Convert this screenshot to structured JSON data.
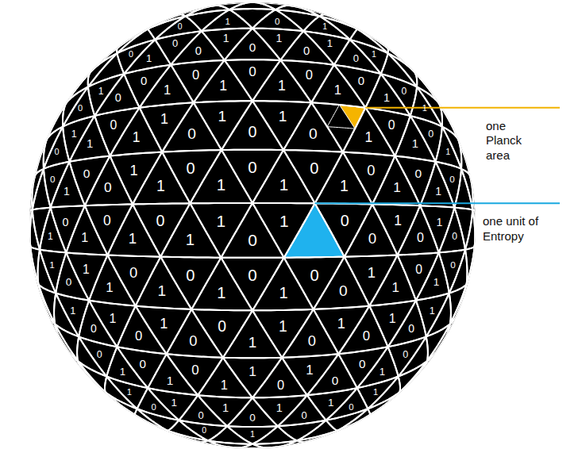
{
  "diagram": {
    "labels": [
      "one Planck area",
      "one unit of Entropy",
      "0",
      "1",
      "0",
      "1",
      "0",
      "1",
      "0",
      "0",
      "1",
      "0",
      "1",
      "0",
      "1",
      "0",
      "1",
      "0",
      "1",
      "0",
      "0",
      "1",
      "0",
      "1",
      "0",
      "1",
      "0",
      "1",
      "0",
      "1",
      "0",
      "1",
      "0",
      "1",
      "1",
      "0",
      "1",
      "1",
      "0",
      "1",
      "0",
      "1",
      "0",
      "1",
      "0",
      "1",
      "0",
      "1",
      "0",
      "1",
      "0",
      "0",
      "1",
      "1",
      "0",
      "1",
      "0",
      "1",
      "0",
      "1",
      "0",
      "1",
      "0",
      "1",
      "0",
      "1",
      "0",
      "1",
      "0",
      "1",
      "0",
      "1",
      "1",
      "0",
      "1",
      "0",
      "0",
      "1",
      "0",
      "1",
      "0",
      "1",
      "0",
      "1",
      "1",
      "0",
      "1",
      "0",
      "1",
      "0",
      "1",
      "0",
      "0",
      "1",
      "1",
      "0",
      "1",
      "0",
      "1",
      "0",
      "1",
      "0",
      "1",
      "0",
      "0",
      "1",
      "1",
      "0",
      "1",
      "0",
      "1",
      "0",
      "1",
      "0",
      "1",
      "0",
      "1",
      "0",
      "1",
      "1",
      "0",
      "1",
      "0",
      "0",
      "1",
      "0",
      "1",
      "0",
      "1",
      "0",
      "1",
      "0",
      "1",
      "0",
      "1",
      "0",
      "1",
      "0",
      "1"
    ]
  }
}
